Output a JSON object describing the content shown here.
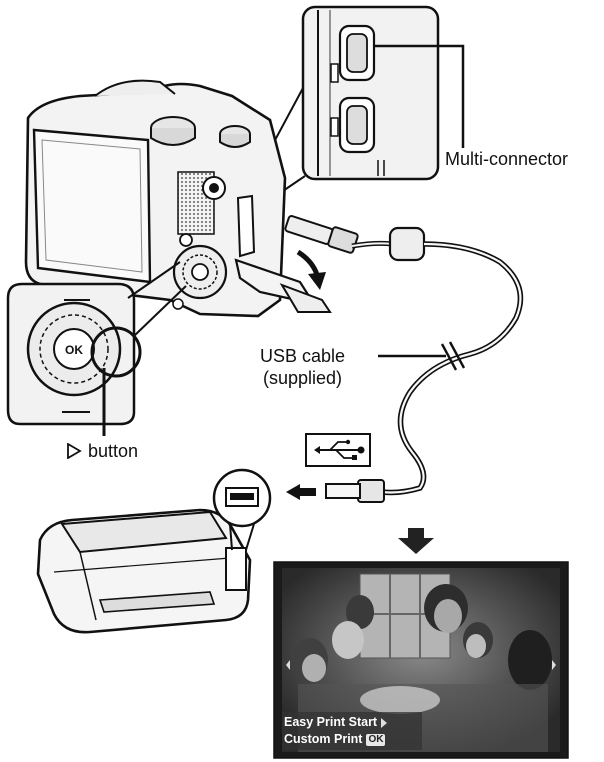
{
  "labels": {
    "multi_connector": "Multi-connector",
    "usb_cable_line1": "USB cable",
    "usb_cable_line2": "(supplied)",
    "button": "button",
    "button_icon": "right-triangle-outline-icon"
  },
  "screen_menu": {
    "item1": "Easy Print Start",
    "item2": "Custom Print",
    "ok_label": "OK"
  },
  "icons": {
    "usb_symbol": "usb-trident-icon",
    "arrow_to_printer": "arrow-left-icon",
    "arrow_down": "arrow-down-icon",
    "insert_arrow": "arrow-down-curved-icon"
  },
  "colors": {
    "line": "#111111",
    "fill_light": "#f4f4f4",
    "screen_dark": "#2b2b2b"
  }
}
